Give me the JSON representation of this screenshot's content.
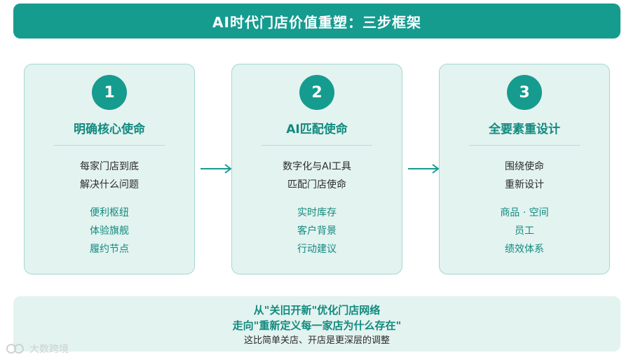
{
  "header": {
    "title": "AI时代门店价值重塑：三步框架"
  },
  "steps": [
    {
      "number": "1",
      "title": "明确核心使命",
      "description": [
        "每家门店到底",
        "解决什么问题"
      ],
      "items": [
        "便利枢纽",
        "体验旗舰",
        "履约节点"
      ]
    },
    {
      "number": "2",
      "title": "AI匹配使命",
      "description": [
        "数字化与AI工具",
        "匹配门店使命"
      ],
      "items": [
        "实时库存",
        "客户背景",
        "行动建议"
      ]
    },
    {
      "number": "3",
      "title": "全要素重设计",
      "description": [
        "围绕使命",
        "重新设计"
      ],
      "items": [
        "商品 · 空间",
        "员工",
        "绩效体系"
      ]
    }
  ],
  "conclusion": {
    "line1": "从\"关旧开新\"优化门店网络",
    "line2": "走向\"重新定义每一家店为什么存在\"",
    "line3": "这比简单关店、开店是更深层的调整"
  },
  "watermark": {
    "text": "大数跨境",
    "icon": "logo-icon"
  },
  "colors": {
    "primary": "#169b8f",
    "card_bg": "#e3f3f0",
    "card_border": "#a4d8cf",
    "accent_text": "#128a7e"
  }
}
